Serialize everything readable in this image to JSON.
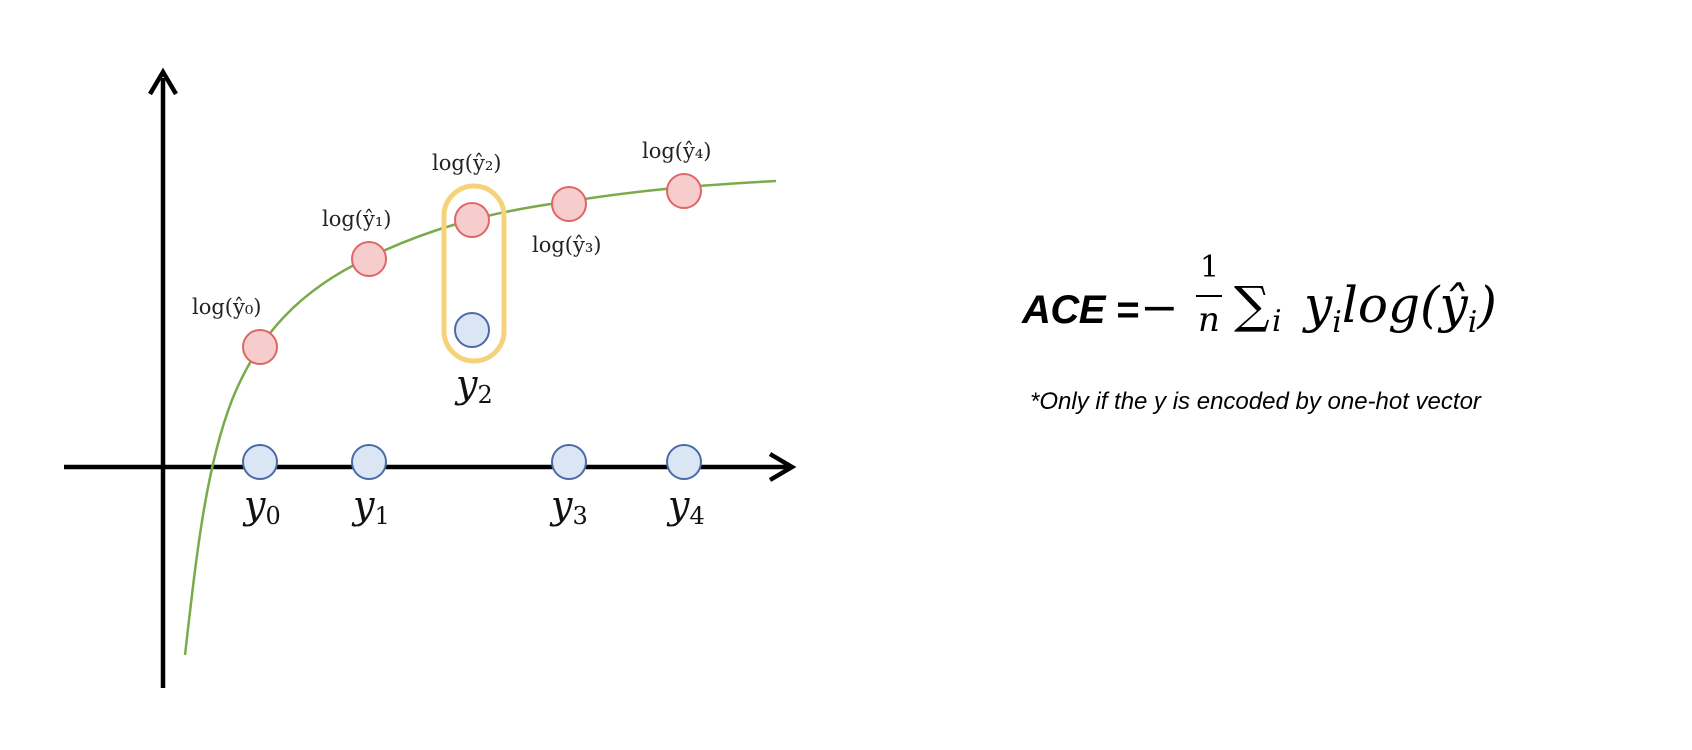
{
  "diagram": {
    "predicted_labels": [
      "log(ŷ₀)",
      "log(ŷ₁)",
      "log(ŷ₂)",
      "log(ŷ₃)",
      "log(ŷ₄)"
    ],
    "target_labels": {
      "y0": {
        "base": "y",
        "sub": "0"
      },
      "y1": {
        "base": "y",
        "sub": "1"
      },
      "y2": {
        "base": "y",
        "sub": "2"
      },
      "y3": {
        "base": "y",
        "sub": "3"
      },
      "y4": {
        "base": "y",
        "sub": "4"
      }
    },
    "colors": {
      "axis": "#000000",
      "curve": "#7aaa4c",
      "pred_fill": "#f6cccc",
      "pred_stroke": "#e06666",
      "target_fill": "#dbe6f4",
      "target_stroke": "#4a6aa8",
      "highlight_stroke": "#f5d37a"
    }
  },
  "formula": {
    "lhs": "ACE =",
    "minus": "−",
    "numerator": "1",
    "denominator": "n",
    "sigma": "∑",
    "sigma_sub": "i",
    "y_base": "y",
    "y_sub": "i",
    "log": "log(",
    "yhat": "ŷ",
    "yhat_sub": "i",
    "close": ")"
  },
  "note": "*Only if the y is encoded by one-hot vector"
}
